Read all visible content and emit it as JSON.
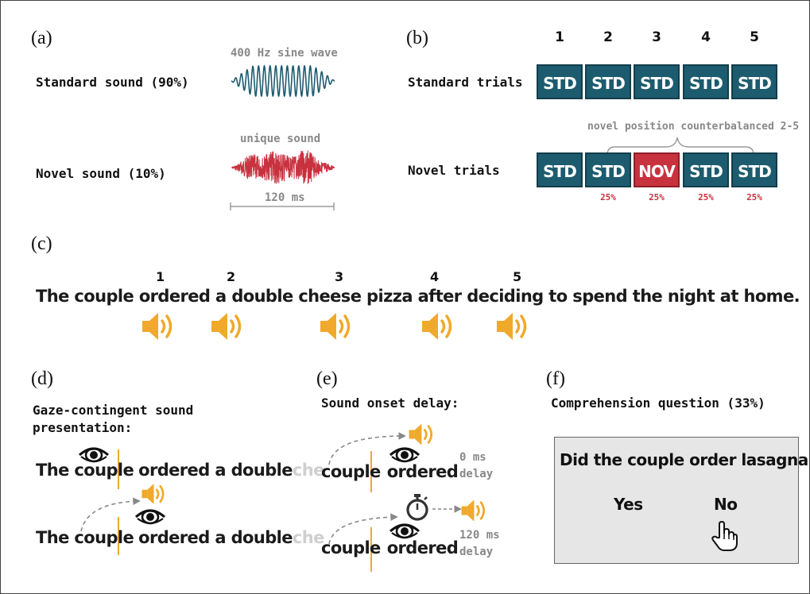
{
  "panels": {
    "a": {
      "label": "(a)",
      "standard_label": "Standard sound (90%)",
      "novel_label": "Novel sound (10%)",
      "sine_caption": "400 Hz sine wave",
      "unique_caption": "unique sound",
      "duration": "120 ms",
      "colors": {
        "sine": "#1d5b6e",
        "novel": "#c8323f"
      }
    },
    "b": {
      "label": "(b)",
      "positions": [
        "1",
        "2",
        "3",
        "4",
        "5"
      ],
      "standard_trials_label": "Standard trials",
      "novel_trials_label": "Novel trials",
      "standard_row": [
        "STD",
        "STD",
        "STD",
        "STD",
        "STD"
      ],
      "novel_row": [
        "STD",
        "STD",
        "NOV",
        "STD",
        "STD"
      ],
      "counterbalance_note": "novel position counterbalanced 2-5",
      "percentages": [
        "25%",
        "25%",
        "25%",
        "25%"
      ],
      "colors": {
        "std": "#1d5b6e",
        "nov": "#c8323f"
      }
    },
    "c": {
      "label": "(c)",
      "sentence": "The couple ordered a double cheese pizza after deciding to spend the night at home.",
      "word_numbers": [
        "1",
        "2",
        "3",
        "4",
        "5"
      ]
    },
    "d": {
      "label": "(d)",
      "title_line1": "Gaze-contingent sound",
      "title_line2": "presentation:",
      "row1": {
        "w1": "The couple",
        "w2": "ordered a double",
        "w3": "che"
      },
      "row2": {
        "w1": "The couple",
        "w2": "ordered a double",
        "w3": "che"
      }
    },
    "e": {
      "label": "(e)",
      "title": "Sound onset delay:",
      "row1": {
        "w1": "couple",
        "w2": "ordered",
        "delay_value": "0 ms",
        "delay_word": "delay"
      },
      "row2": {
        "w1": "couple",
        "w2": "ordered",
        "delay_value": "120 ms",
        "delay_word": "delay"
      }
    },
    "f": {
      "label": "(f)",
      "title": "Comprehension question (33%)",
      "question": "Did the couple order lasagna?",
      "yes": "Yes",
      "no": "No"
    }
  },
  "icons": [
    "speaker-icon",
    "eye-icon",
    "stopwatch-icon",
    "hand-pointer-icon"
  ],
  "accent_color": "#f0a92b"
}
